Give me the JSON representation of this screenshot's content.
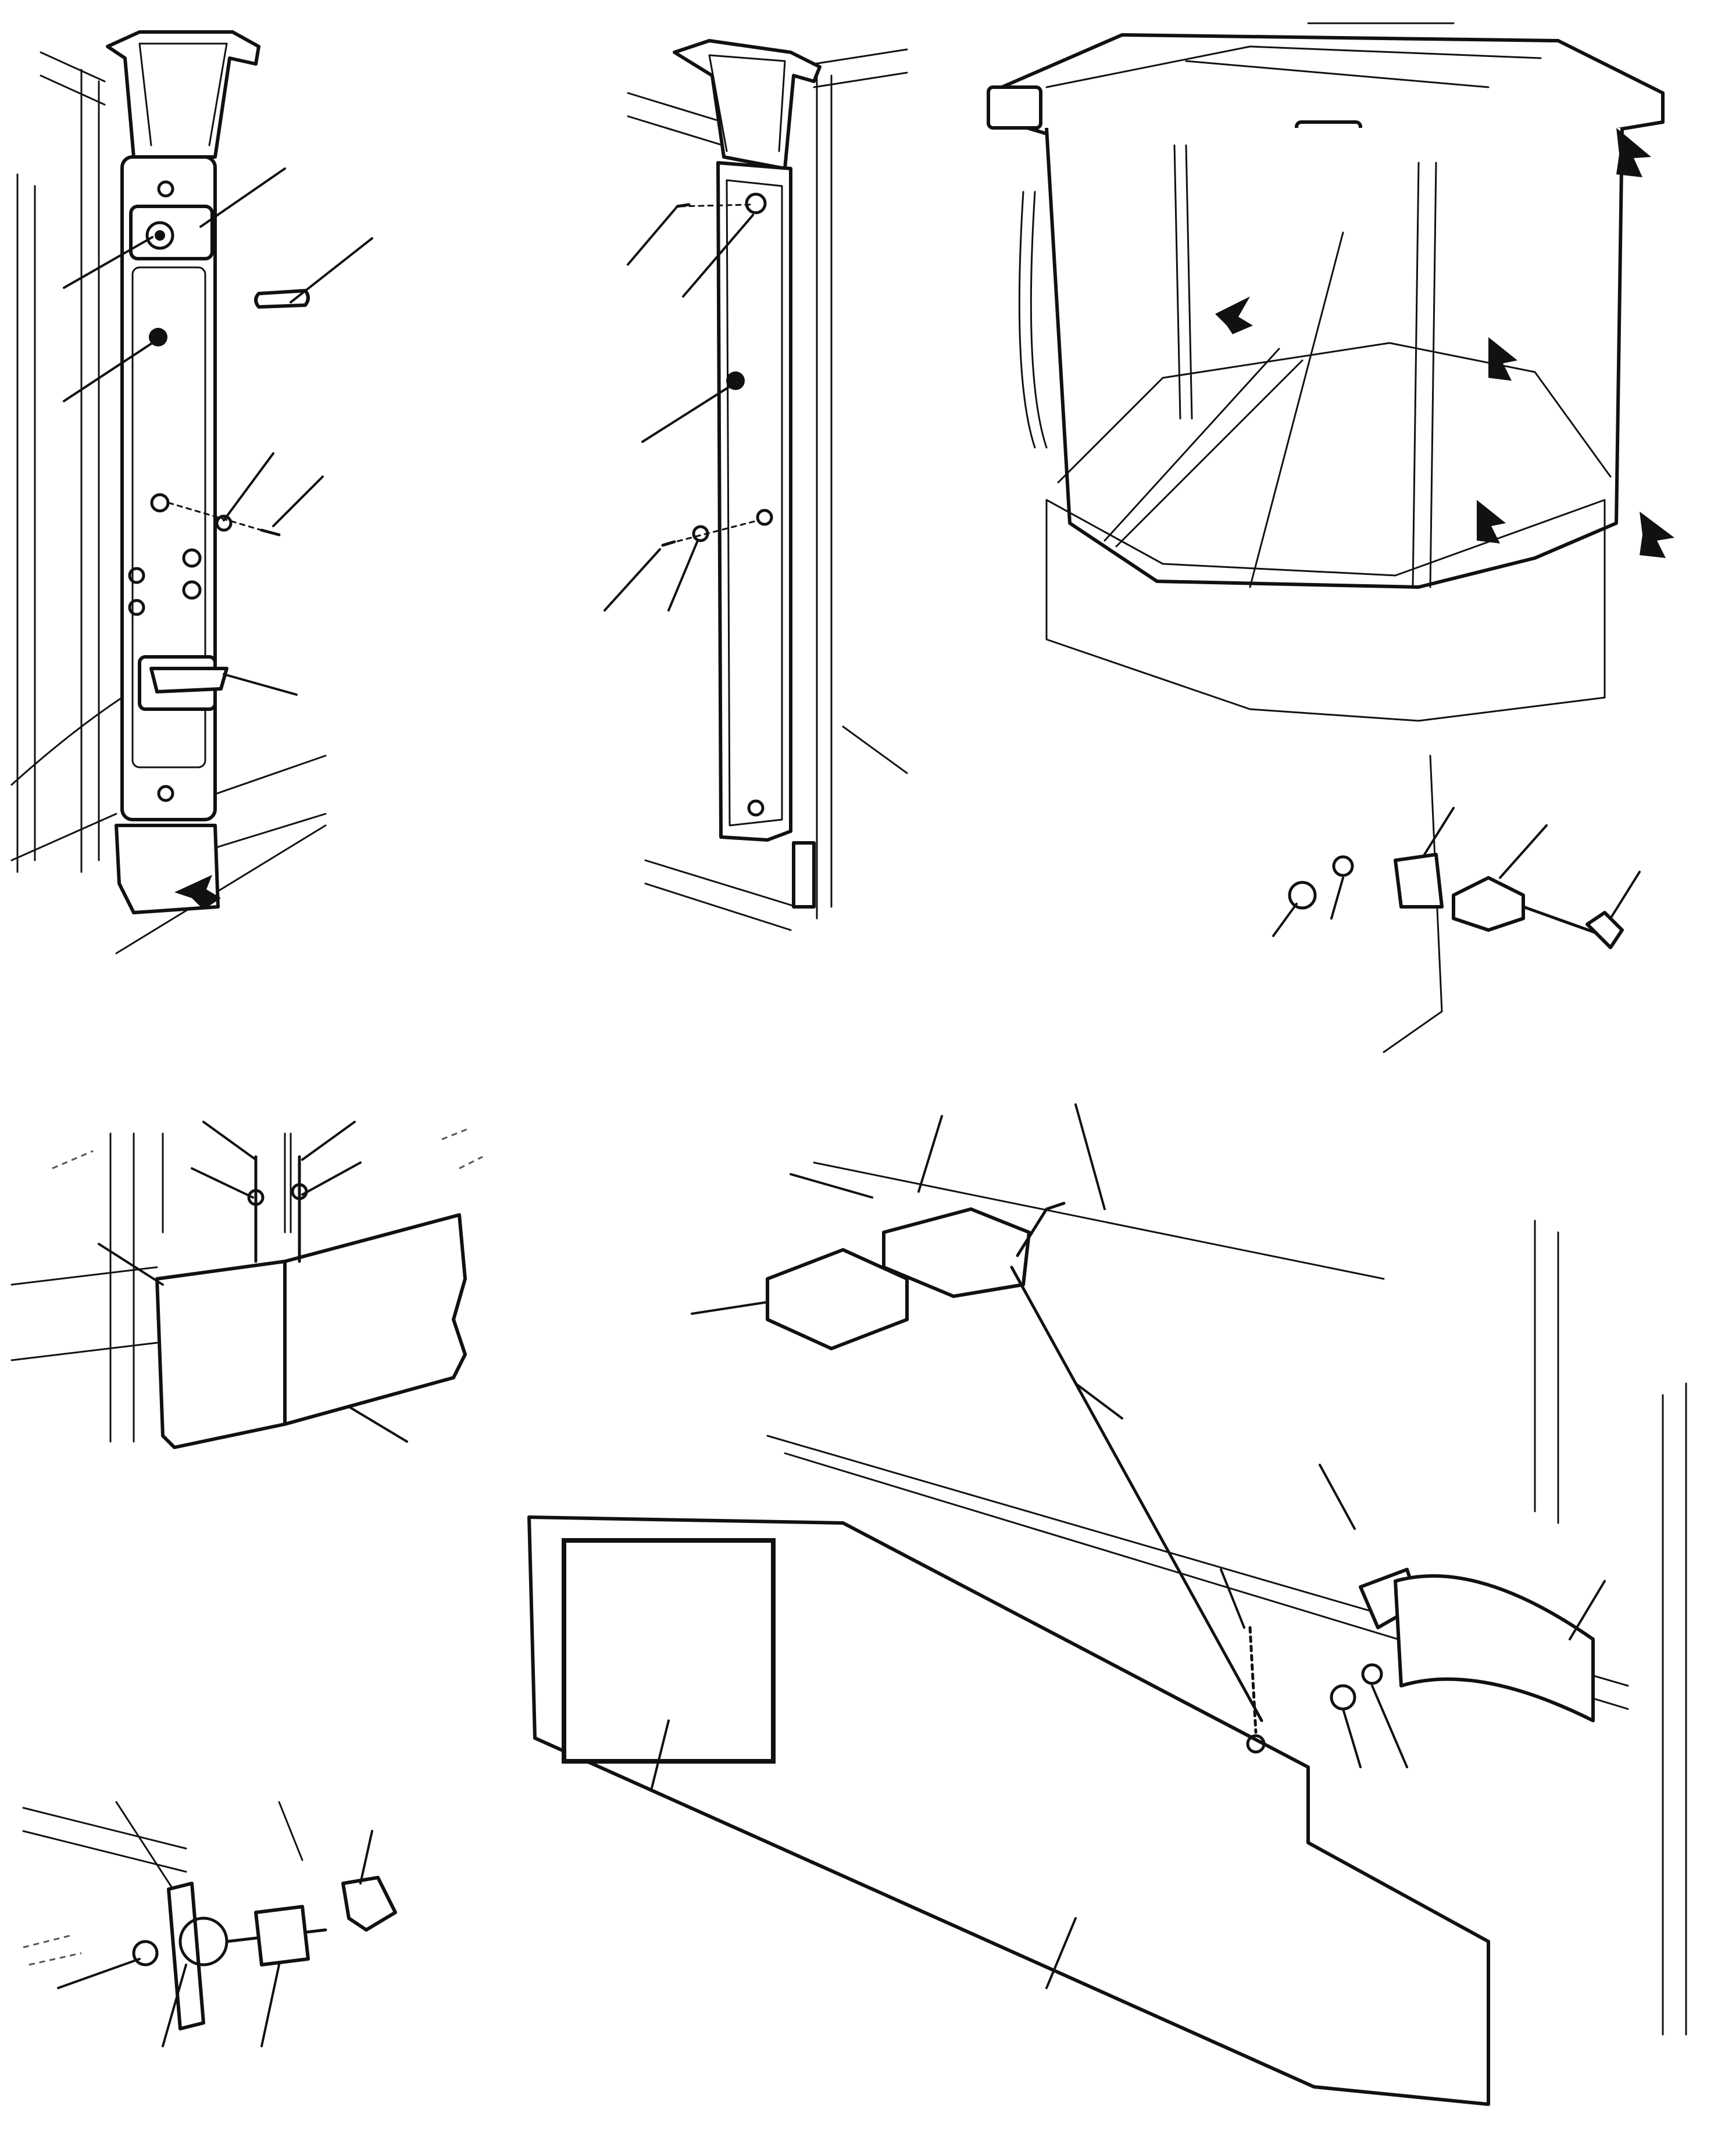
{
  "figure": {
    "view_count": 6,
    "views": [
      "front-pillar-panel-with-handle",
      "rear-pillar-panel",
      "cab-overview-with-arrows",
      "door-stop-buffer-assembly",
      "lower-door-trim-panel",
      "door-lock-linkage-and-sill-trim"
    ]
  },
  "colors": {
    "line": "#111111",
    "background": "#ffffff"
  }
}
